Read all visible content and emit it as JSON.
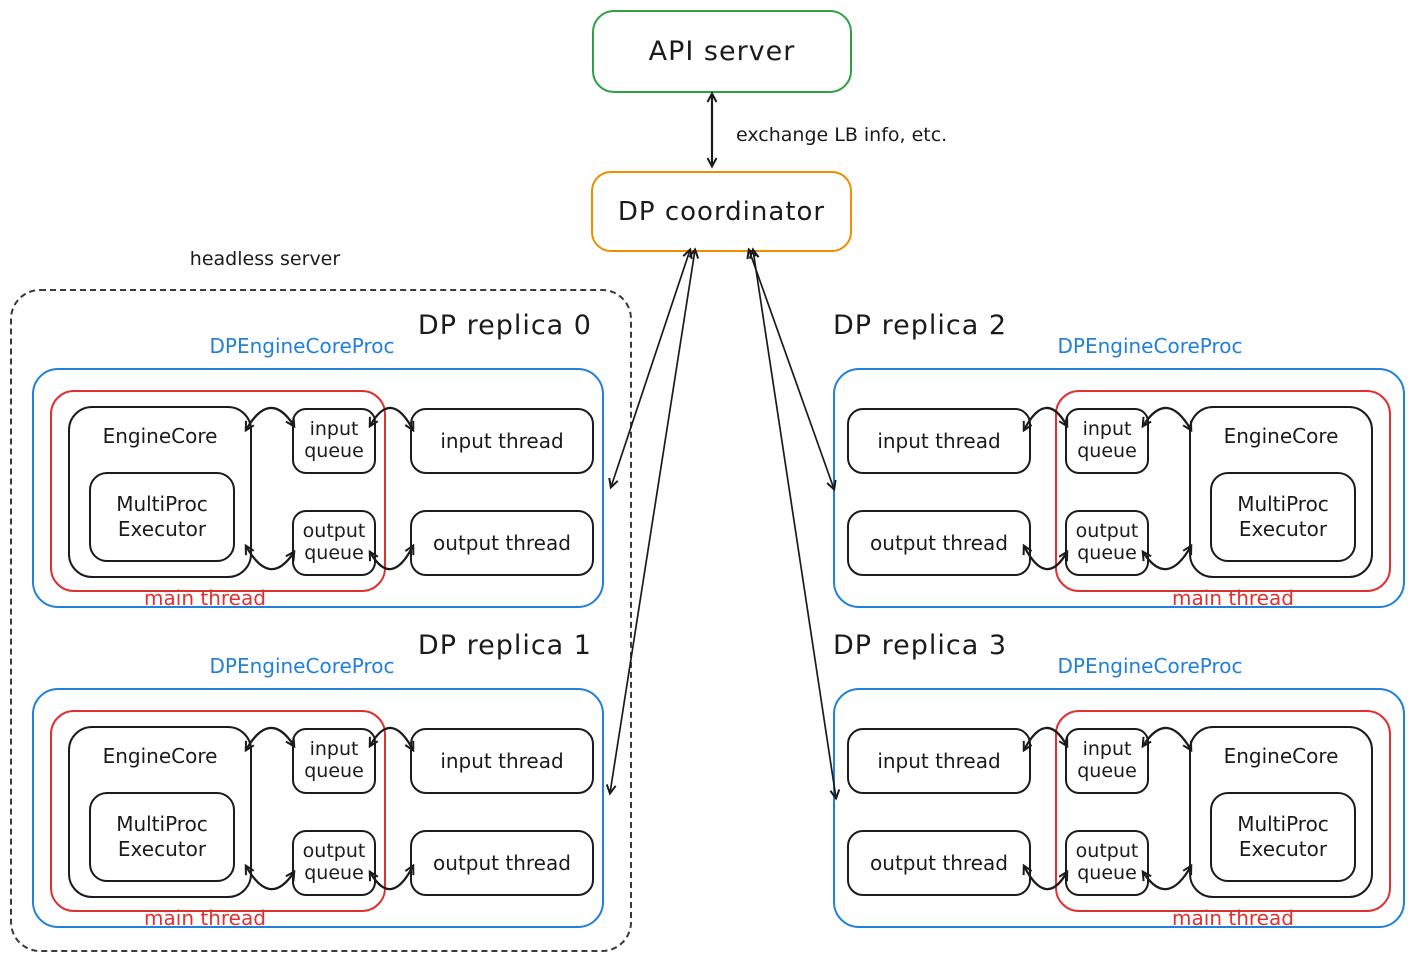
{
  "colors": {
    "green": "#2f9e44",
    "orange": "#f08c00",
    "blue": "#2180d8",
    "red": "#e03131",
    "ink": "#1b1b1b"
  },
  "api_server": {
    "label": "API server"
  },
  "coordinator": {
    "label": "DP coordinator"
  },
  "annotations": {
    "exchange": "exchange LB info, etc.",
    "headless": "headless server"
  },
  "shared": {
    "proc_label": "DPEngineCoreProc",
    "main_thread": "main thread",
    "engine_core": "EngineCore",
    "multiproc_l1": "MultiProc",
    "multiproc_l2": "Executor",
    "input_queue_l1": "input",
    "input_queue_l2": "queue",
    "output_queue_l1": "output",
    "output_queue_l2": "queue",
    "input_thread": "input thread",
    "output_thread": "output thread"
  },
  "replicas": [
    {
      "title": "DP replica 0"
    },
    {
      "title": "DP replica 1"
    },
    {
      "title": "DP replica 2"
    },
    {
      "title": "DP replica 3"
    }
  ]
}
